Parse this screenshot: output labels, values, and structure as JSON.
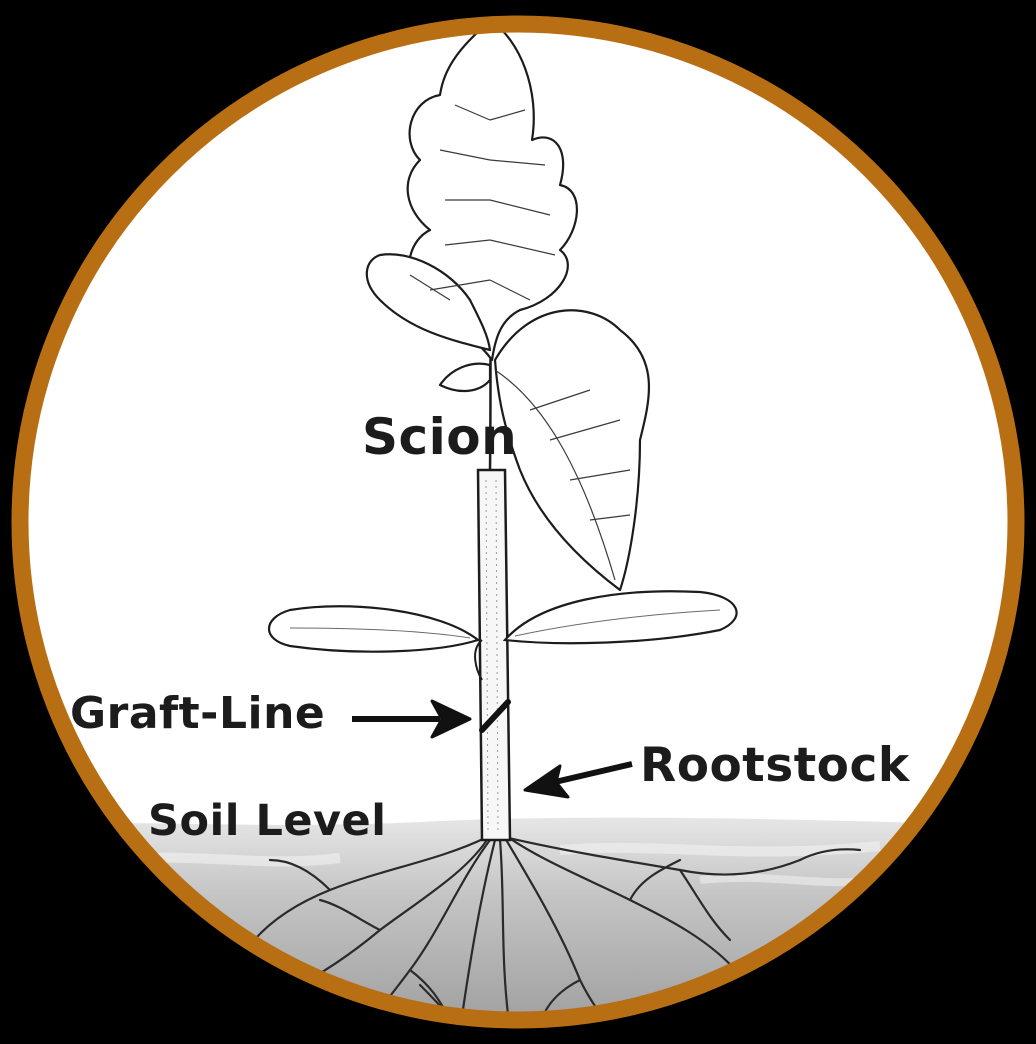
{
  "labels": {
    "scion": "Scion",
    "graft_line": "Graft-Line",
    "rootstock": "Rootstock",
    "soil_level": "Soil Level"
  },
  "colors": {
    "background": "#000000",
    "ring": "#b86f14",
    "inside": "#ffffff",
    "ink": "#1c1c1c",
    "soil": "#bdbdbd"
  }
}
